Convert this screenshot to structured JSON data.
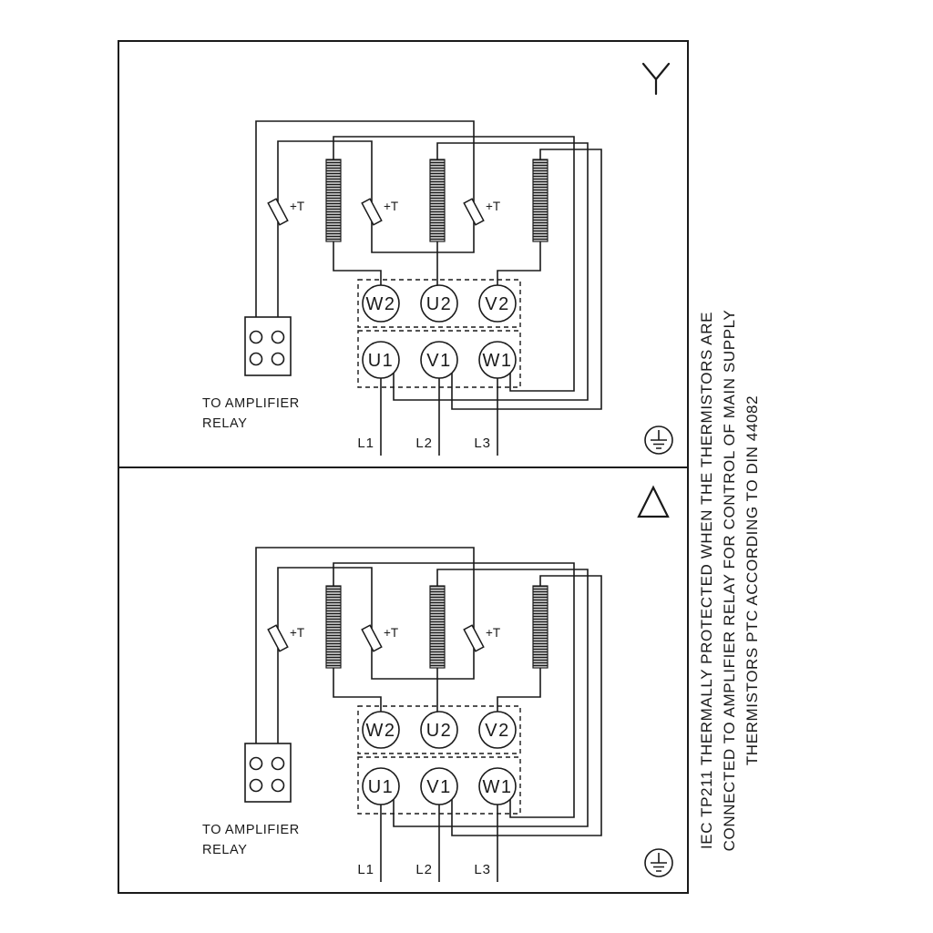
{
  "colors": {
    "line": "#1a1a1a",
    "background": "#ffffff"
  },
  "note": {
    "lines": [
      "IEC TP211 THERMALLY PROTECTED WHEN THE THERMISTORS ARE",
      "CONNECTED TO AMPLIFIER RELAY FOR CONTROL OF MAIN SUPPLY",
      "THERMISTORS PTC ACCORDING TO DIN 44082"
    ]
  },
  "panels": [
    {
      "id": "star",
      "connection_symbol": "star",
      "thermistor_label": "+T",
      "relay_label": {
        "line1": "TO AMPLIFIER",
        "line2": "RELAY"
      },
      "terminals_top": [
        "W2",
        "U2",
        "V2"
      ],
      "terminals_bottom": [
        "U1",
        "V1",
        "W1"
      ],
      "supply_lines": [
        "L1",
        "L2",
        "L3"
      ]
    },
    {
      "id": "delta",
      "connection_symbol": "delta",
      "thermistor_label": "+T",
      "relay_label": {
        "line1": "TO AMPLIFIER",
        "line2": "RELAY"
      },
      "terminals_top": [
        "W2",
        "U2",
        "V2"
      ],
      "terminals_bottom": [
        "U1",
        "V1",
        "W1"
      ],
      "supply_lines": [
        "L1",
        "L2",
        "L3"
      ]
    }
  ]
}
